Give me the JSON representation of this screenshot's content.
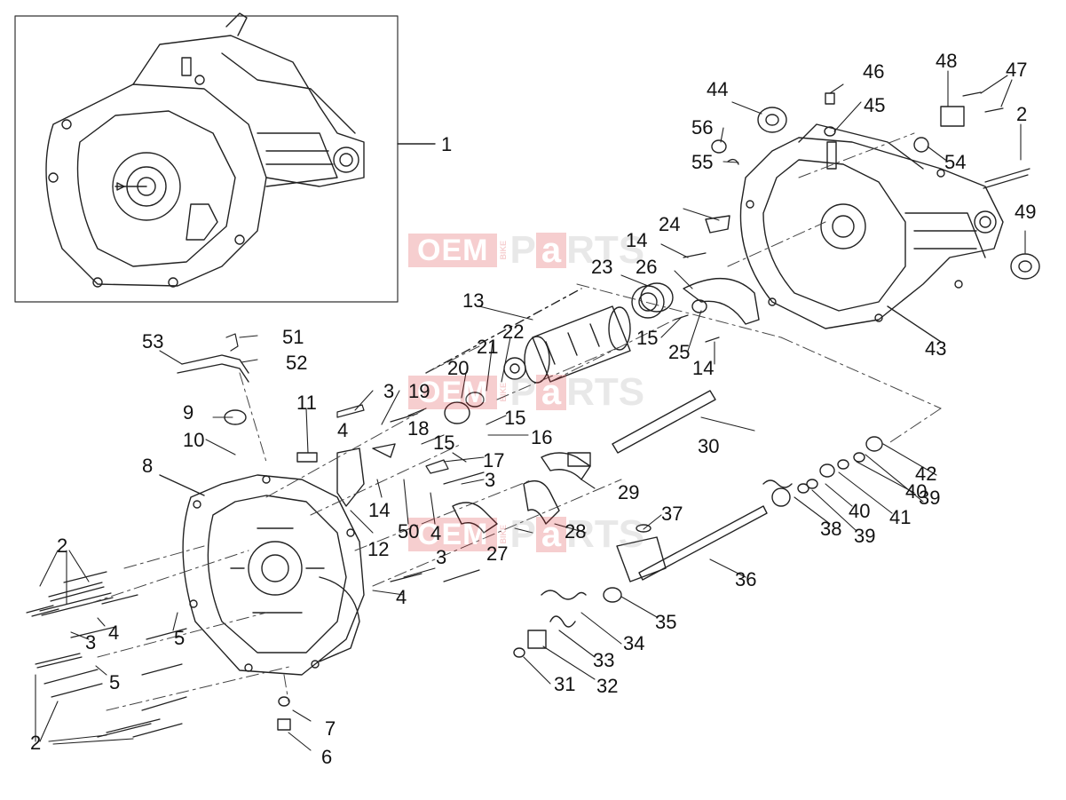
{
  "watermark": {
    "brand_left": "OEM",
    "brand_small": "BIKE",
    "brand_p": "P",
    "brand_a": "a",
    "brand_rest": "RTS"
  },
  "callouts": [
    {
      "id": "c1",
      "text": "1"
    },
    {
      "id": "c2a",
      "text": "2"
    },
    {
      "id": "c2b",
      "text": "2"
    },
    {
      "id": "c2c",
      "text": "2"
    },
    {
      "id": "c3a",
      "text": "3"
    },
    {
      "id": "c3b",
      "text": "3"
    },
    {
      "id": "c3c",
      "text": "3"
    },
    {
      "id": "c3d",
      "text": "3"
    },
    {
      "id": "c4a",
      "text": "4"
    },
    {
      "id": "c4b",
      "text": "4"
    },
    {
      "id": "c4c",
      "text": "4"
    },
    {
      "id": "c4d",
      "text": "4"
    },
    {
      "id": "c5a",
      "text": "5"
    },
    {
      "id": "c5b",
      "text": "5"
    },
    {
      "id": "c6",
      "text": "6"
    },
    {
      "id": "c7",
      "text": "7"
    },
    {
      "id": "c8",
      "text": "8"
    },
    {
      "id": "c9",
      "text": "9"
    },
    {
      "id": "c10",
      "text": "10"
    },
    {
      "id": "c11",
      "text": "11"
    },
    {
      "id": "c12",
      "text": "12"
    },
    {
      "id": "c13",
      "text": "13"
    },
    {
      "id": "c14a",
      "text": "14"
    },
    {
      "id": "c14b",
      "text": "14"
    },
    {
      "id": "c14c",
      "text": "14"
    },
    {
      "id": "c15a",
      "text": "15"
    },
    {
      "id": "c15b",
      "text": "15"
    },
    {
      "id": "c15c",
      "text": "15"
    },
    {
      "id": "c16",
      "text": "16"
    },
    {
      "id": "c17",
      "text": "17"
    },
    {
      "id": "c18",
      "text": "18"
    },
    {
      "id": "c19",
      "text": "19"
    },
    {
      "id": "c20",
      "text": "20"
    },
    {
      "id": "c21",
      "text": "21"
    },
    {
      "id": "c22",
      "text": "22"
    },
    {
      "id": "c23",
      "text": "23"
    },
    {
      "id": "c24",
      "text": "24"
    },
    {
      "id": "c25",
      "text": "25"
    },
    {
      "id": "c26",
      "text": "26"
    },
    {
      "id": "c27",
      "text": "27"
    },
    {
      "id": "c28",
      "text": "28"
    },
    {
      "id": "c29",
      "text": "29"
    },
    {
      "id": "c30",
      "text": "30"
    },
    {
      "id": "c31",
      "text": "31"
    },
    {
      "id": "c32",
      "text": "32"
    },
    {
      "id": "c33",
      "text": "33"
    },
    {
      "id": "c34",
      "text": "34"
    },
    {
      "id": "c35",
      "text": "35"
    },
    {
      "id": "c36",
      "text": "36"
    },
    {
      "id": "c37",
      "text": "37"
    },
    {
      "id": "c38",
      "text": "38"
    },
    {
      "id": "c39a",
      "text": "39"
    },
    {
      "id": "c39b",
      "text": "39"
    },
    {
      "id": "c40a",
      "text": "40"
    },
    {
      "id": "c40b",
      "text": "40"
    },
    {
      "id": "c41",
      "text": "41"
    },
    {
      "id": "c42",
      "text": "42"
    },
    {
      "id": "c43",
      "text": "43"
    },
    {
      "id": "c44",
      "text": "44"
    },
    {
      "id": "c45",
      "text": "45"
    },
    {
      "id": "c46",
      "text": "46"
    },
    {
      "id": "c47",
      "text": "47"
    },
    {
      "id": "c48",
      "text": "48"
    },
    {
      "id": "c49",
      "text": "49"
    },
    {
      "id": "c50",
      "text": "50"
    },
    {
      "id": "c51",
      "text": "51"
    },
    {
      "id": "c52",
      "text": "52"
    },
    {
      "id": "c53",
      "text": "53"
    },
    {
      "id": "c54",
      "text": "54"
    },
    {
      "id": "c55",
      "text": "55"
    },
    {
      "id": "c56",
      "text": "56"
    }
  ]
}
